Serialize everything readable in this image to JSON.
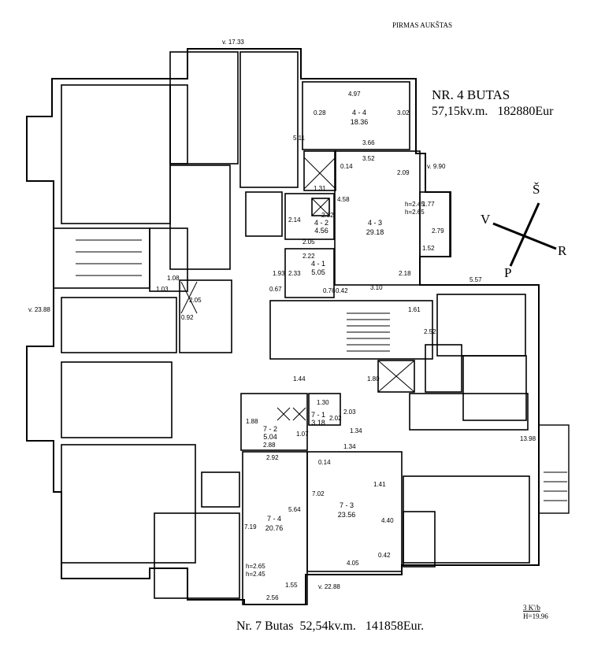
{
  "header": {
    "floor_title": "PIRMAS AUKŠTAS"
  },
  "apartment_4": {
    "title": "NR. 4 BUTAS",
    "summary": "57,15kv.m.   182880Eur",
    "rooms": [
      {
        "id": "4 - 4",
        "area": "18.36"
      },
      {
        "id": "4 - 3",
        "area": "29.18"
      },
      {
        "id": "4 - 2",
        "area": "4.56"
      },
      {
        "id": "4 - 1",
        "area": "5.05"
      }
    ]
  },
  "apartment_7": {
    "summary": "Nr. 7 Butas  52,54kv.m.   141858Eur.",
    "rooms": [
      {
        "id": "7 - 1",
        "area": "3.18"
      },
      {
        "id": "7 - 2",
        "area": "5.04"
      },
      {
        "id": "7 - 3",
        "area": "23.56"
      },
      {
        "id": "7 - 4",
        "area": "20.76"
      }
    ]
  },
  "compass": {
    "north": "Š",
    "south": "P",
    "east": "R",
    "west": "V"
  },
  "elevations": {
    "top": "v. 17.33",
    "right": "v. 9.90",
    "left": "v. 23.88",
    "bottom": "v. 22.88"
  },
  "dimensions": {
    "a4_4_width": "4.97",
    "a4_4_left": "0.28",
    "a4_4_right": "3.02",
    "a4_4_height": "5.11",
    "a4_4_bottom": "3.66",
    "a4_3_top": "3.52",
    "a4_3_small": "0.14",
    "a4_3_right": "2.09",
    "a4_3_left": "4.58",
    "a4_3_lower": "2.18",
    "a4_3_bottom": "3.10",
    "balcony_w": "1.77",
    "balcony_h": "2.79",
    "balcony_b": "1.52",
    "h_label": "h=2.45",
    "h_label2": "h=2.65",
    "bath_w": "1.31",
    "wc_h": "2.14",
    "wc_w": "2.32",
    "corridor_w": "2.05",
    "corridor_top": "2.22",
    "corridor_h": "2.33",
    "hall_h": "1.93",
    "hall_small": "0.67",
    "hall_small2": "0.76",
    "hall_small3": "0.42",
    "a5_57": "5.57",
    "stair_w": "1.61",
    "stair_h": "2.52",
    "b7_top": "1.30",
    "b7_h": "2.02",
    "b7_side": "2.03",
    "b7_wc_h": "1.88",
    "b7_wc_w": "2.88",
    "b7_small": "1.07",
    "b7_corr": "1.34",
    "b7_corr2": "1.34",
    "b7_w": "1.44",
    "b7_elev": "1.80",
    "b7_hall": "1.41",
    "a7_4_top": "2.92",
    "a7_4_small": "0.14",
    "a7_4_right": "5.64",
    "a7_4_left": "7.19",
    "a7_4_bottom": "2.56",
    "a7_4_low": "1.55",
    "a7_3_left": "7.02",
    "a7_3_right": "4.40",
    "a7_3_bottom": "4.05",
    "a7_3_small": "0.42",
    "h7_a": "h=2.65",
    "h7_b": "h=2.45",
    "west_small1": "1.08",
    "west_small2": "1.03",
    "west_small3": "2.05",
    "west_small4": "0.92",
    "entrance_h": "13.98"
  },
  "scale_note": {
    "line1": "3 K'/b",
    "line2": "H=19.96"
  }
}
